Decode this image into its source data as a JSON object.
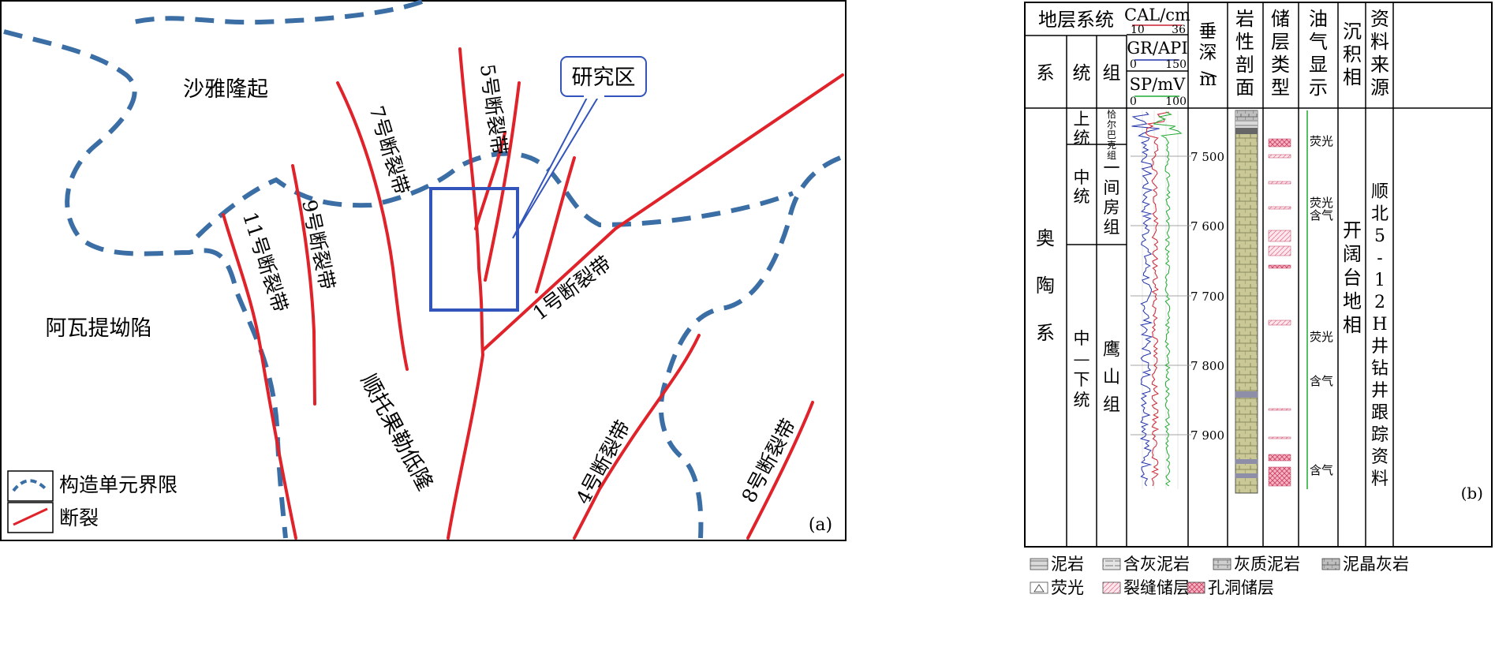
{
  "panel_a": {
    "panel_label": "(a)",
    "region_labels": {
      "shaya": "沙雅隆起",
      "awati": "阿瓦提坳陷",
      "shuntuo": "顺托果勒低隆"
    },
    "fault_labels": {
      "f1": "1号断裂带",
      "f4": "4号断裂带",
      "f5": "5号断裂带",
      "f7": "7号断裂带",
      "f8": "8号断裂带",
      "f9": "9号断裂带",
      "f11": "11号断裂带"
    },
    "callout": "研究区",
    "legend": {
      "boundary": "构造单元界限",
      "fault": "断裂"
    },
    "colors": {
      "boundary": "#3a6ea5",
      "fault": "#e0232a",
      "study_box": "#3355bb"
    }
  },
  "panel_b": {
    "panel_label": "(b)",
    "headers": {
      "stratum_system": "地层系统",
      "xi": "系",
      "tong": "统",
      "zu": "组",
      "depth": "垂深/m",
      "lithology": "岩性剖面",
      "reservoir": "储层类型",
      "oil_gas": "油气显示",
      "facies": "沉积相",
      "source": "资料来源"
    },
    "log_curves": {
      "cal": {
        "name": "CAL/cm",
        "min": "10",
        "max": "36",
        "color": "#cc2233"
      },
      "gr": {
        "name": "GR/API",
        "min": "0",
        "max": "150",
        "color": "#2233aa"
      },
      "sp": {
        "name": "SP/mV",
        "min": "0",
        "max": "100",
        "color": "#22aa33"
      }
    },
    "system": "奥陶系",
    "series": [
      "上统",
      "中统",
      "中—下统"
    ],
    "formations": [
      "恰尔巴克组",
      "一间房组",
      "鹰山组"
    ],
    "depth_ticks": [
      "7 500",
      "7 600",
      "7 700",
      "7 800",
      "7 900"
    ],
    "shows": [
      "荧光",
      "荧光",
      "含气",
      "荧光",
      "含气",
      "含气"
    ],
    "facies": "开阔台地相",
    "source": "顺北5-12H井钻井跟踪资料",
    "legend_rows": [
      [
        "泥岩",
        "含灰泥岩",
        "灰质泥岩",
        "泥晶灰岩"
      ],
      [
        "荧光",
        "裂缝储层",
        "孔洞储层"
      ]
    ]
  }
}
